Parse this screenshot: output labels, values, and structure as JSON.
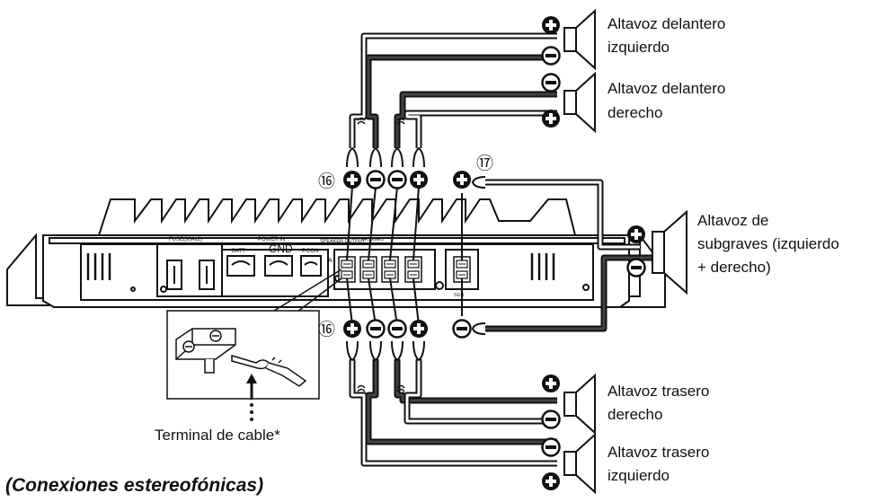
{
  "title": "(Conexiones estereofónicas)",
  "callouts": {
    "top": "⑯",
    "bottom": "⑯",
    "sub": "⑰"
  },
  "terminal_label": "Terminal de cable*",
  "amp": {
    "fuse": "FUSE(30Ax2)",
    "power_in": "POWER IN",
    "batt": "BATT.",
    "gnd": "GND",
    "pcon": "P.CON",
    "speaker_output": "SPEAKER OUTPUT",
    "bridged": "BRIDGED",
    "a": "A",
    "sub": "SUB"
  },
  "speakers": {
    "front_left": [
      "Altavoz delantero",
      "izquierdo"
    ],
    "front_right": [
      "Altavoz delantero",
      "derecho"
    ],
    "subwoofer": [
      "Altavoz de",
      "subgraves (izquierdo",
      "+ derecho)"
    ],
    "rear_right": [
      "Altavoz trasero",
      "derecho"
    ],
    "rear_left": [
      "Altavoz trasero",
      "izquierdo"
    ]
  },
  "colors": {
    "ink": "#111111",
    "white": "#ffffff"
  }
}
